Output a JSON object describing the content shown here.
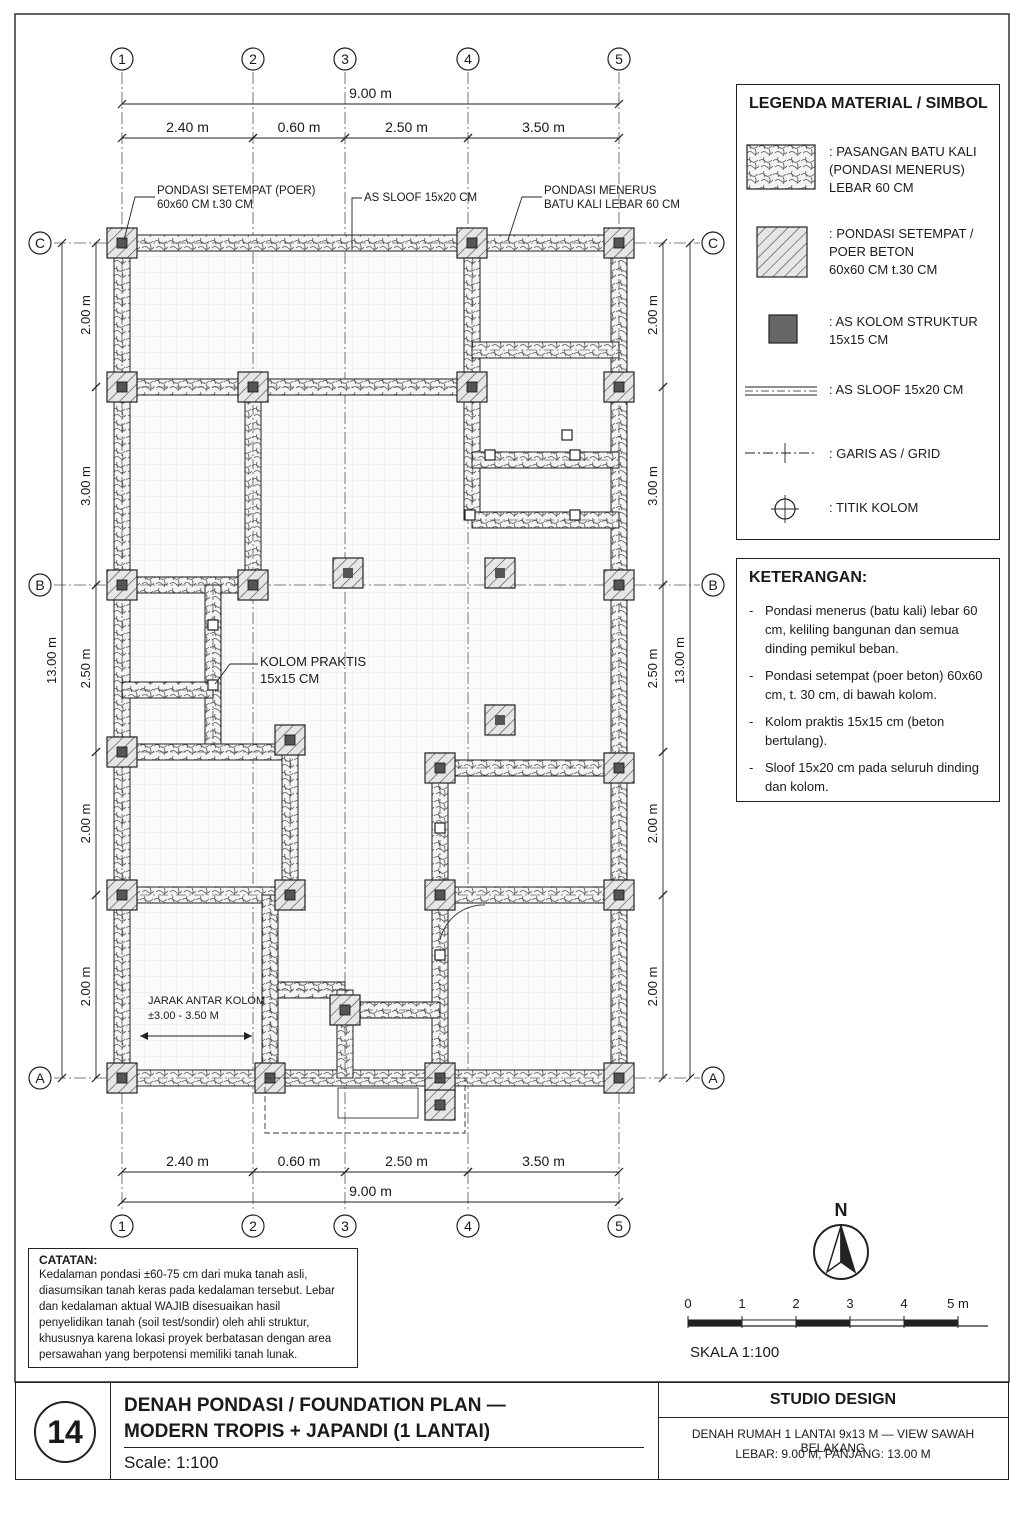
{
  "grid": {
    "columns": [
      "1",
      "2",
      "3",
      "4",
      "5"
    ],
    "rows": [
      "C",
      "B",
      "A"
    ]
  },
  "dimensions": {
    "total_width": "9.00 m",
    "top_spans": [
      "2.40 m",
      "0.60 m",
      "2.50 m",
      "3.50 m"
    ],
    "bottom_spans": [
      "2.40 m",
      "0.60 m",
      "2.50 m",
      "3.50 m"
    ],
    "total_length": "13.00 m",
    "left_spans": [
      "2.00 m",
      "3.00 m",
      "2.50 m",
      "2.00 m",
      "2.00 m"
    ],
    "right_spans": [
      "2.00 m",
      "3.00 m",
      "2.50 m",
      "2.00 m",
      "2.00 m"
    ]
  },
  "plan_labels": {
    "poer_callout": "PONDASI SETEMPAT (POER)\n60x60 CM t.30 CM",
    "sloof_callout": "AS SLOOF 15x20 CM",
    "menerus_callout": "PONDASI MENERUS\nBATU KALI LEBAR 60 CM",
    "kolom_callout": "KOLOM PRAKTIS\n15x15 CM",
    "jarak_callout": "JARAK ANTAR KOLOM\n±3.00 - 3.50 M"
  },
  "legend": {
    "title": "LEGENDA MATERIAL / SIMBOL",
    "items": [
      {
        "icon": "stone-hatch-icon",
        "text": ": PASANGAN BATU KALI\n(PONDASI MENERUS)\nLEBAR 60 CM"
      },
      {
        "icon": "concrete-hatch-icon",
        "text": ": PONDASI SETEMPAT /\nPOER BETON\n60x60 CM t.30 CM"
      },
      {
        "icon": "column-icon",
        "text": ": AS KOLOM STRUKTUR\n15x15 CM"
      },
      {
        "icon": "sloof-line-icon",
        "text": ": AS SLOOF 15x20 CM"
      },
      {
        "icon": "grid-line-icon",
        "text": ": GARIS AS / GRID"
      },
      {
        "icon": "column-point-icon",
        "text": ": TITIK KOLOM"
      }
    ]
  },
  "keterangan": {
    "title": "KETERANGAN:",
    "items": [
      "Pondasi menerus (batu kali) lebar 60 cm, keliling bangunan dan semua dinding pemikul beban.",
      "Pondasi setempat (poer beton) 60x60 cm, t. 30 cm, di bawah kolom.",
      "Kolom praktis 15x15 cm (beton bertulang).",
      "Sloof 15x20 cm pada seluruh dinding dan kolom."
    ]
  },
  "catatan": {
    "title": "CATATAN:",
    "text": "Kedalaman pondasi ±60-75 cm dari muka tanah asli, diasumsikan tanah keras pada kedalaman tersebut. Lebar dan kedalaman aktual WAJIB disesuaikan hasil penyelidikan tanah (soil test/sondir) oleh ahli struktur, khususnya karena lokasi proyek berbatasan dengan area persawahan yang berpotensi memiliki tanah lunak."
  },
  "north": {
    "label": "N"
  },
  "scale_bar": {
    "ticks": [
      "0",
      "1",
      "2",
      "3",
      "4",
      "5 m"
    ],
    "label": "SKALA 1:100"
  },
  "title_block": {
    "sheet_no": "14",
    "title_line1": "DENAH PONDASI / FOUNDATION PLAN —",
    "title_line2": "MODERN TROPIS + JAPANDI (1 LANTAI)",
    "scale": "Scale: 1:100",
    "studio": "STUDIO DESIGN",
    "desc1": "DENAH RUMAH 1 LANTAI 9x13 M — VIEW SAWAH BELAKANG",
    "desc2": "LEBAR: 9.00 M, PANJANG: 13.00 M"
  }
}
